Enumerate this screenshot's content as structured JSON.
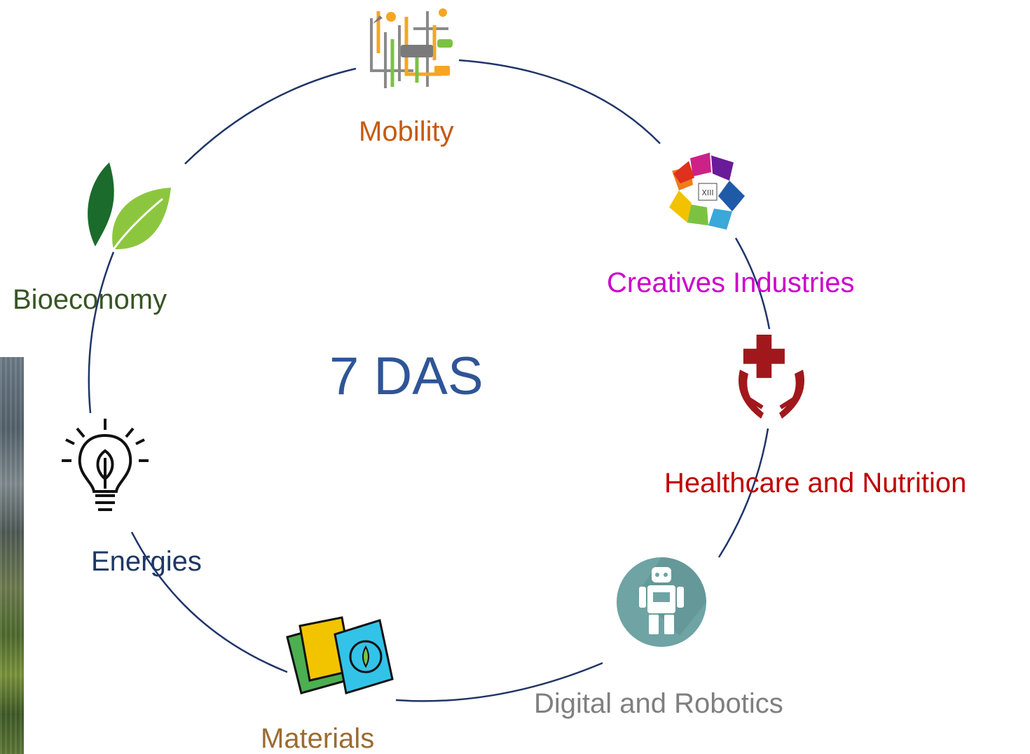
{
  "center_title": "7 DAS",
  "nodes": [
    {
      "label": "Mobility",
      "color": "#c55a11",
      "icon": "mobility-transport-icon"
    },
    {
      "label": "Creatives Industries",
      "color": "#cc00cc",
      "icon": "creative-cubes-icon"
    },
    {
      "label": "Healthcare and Nutrition",
      "color": "#c00000",
      "icon": "healthcare-hands-cross-icon"
    },
    {
      "label": "Digital and Robotics",
      "color": "#7f7f7f",
      "icon": "robot-icon"
    },
    {
      "label": "Materials",
      "color": "#9c6b30",
      "icon": "materials-recycle-icon"
    },
    {
      "label": "Energies",
      "color": "#1f3864",
      "icon": "lightbulb-leaf-icon"
    },
    {
      "label": "Bioeconomy",
      "color": "#375623",
      "icon": "leaf-icon"
    }
  ],
  "colors": {
    "circle": "#1f3468",
    "title": "#2f5597"
  }
}
